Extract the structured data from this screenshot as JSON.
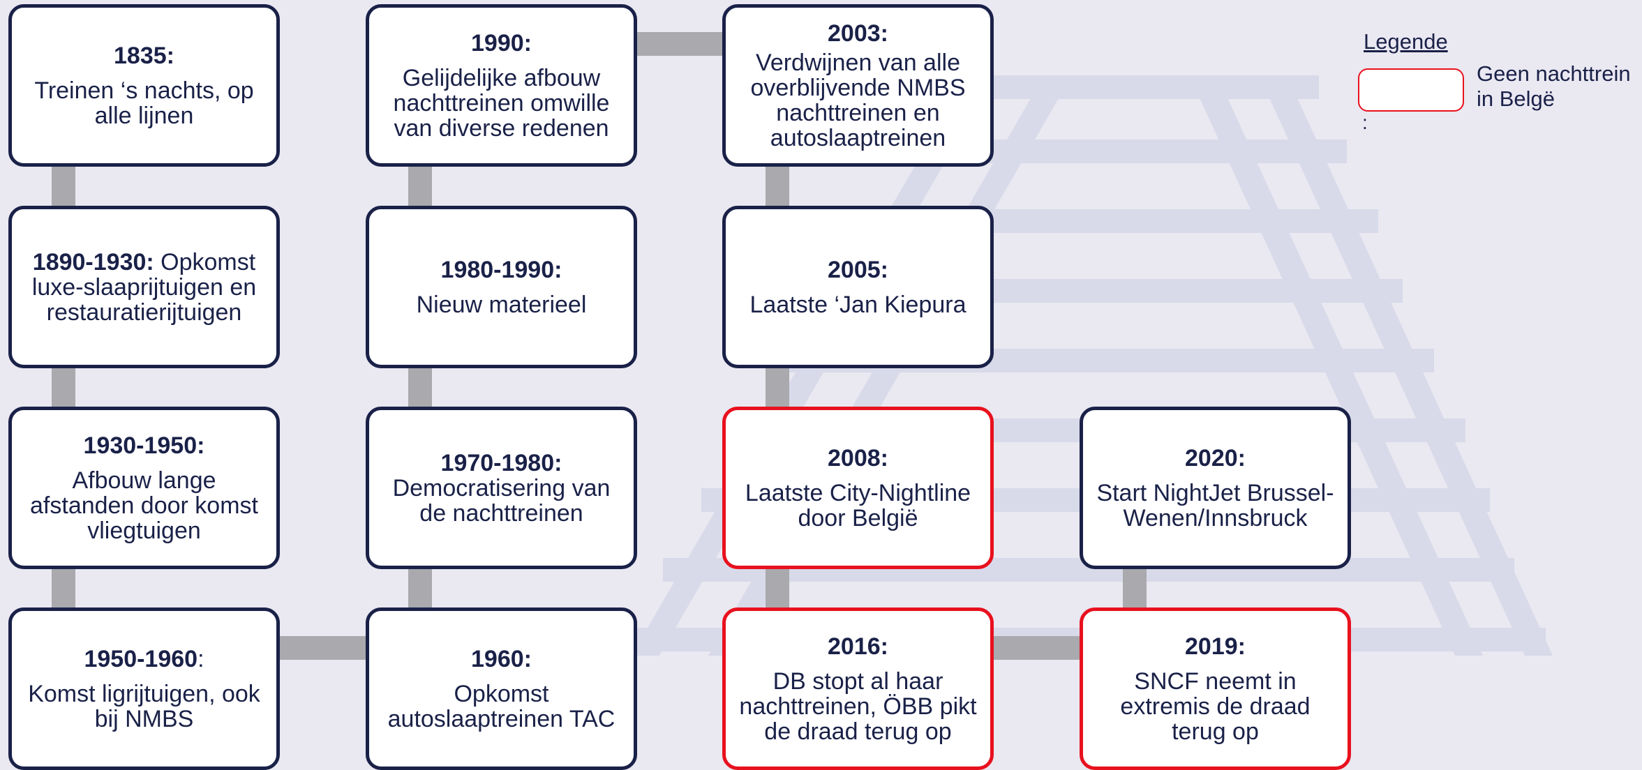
{
  "colors": {
    "background": "#eae8f1",
    "node_border": "#1a2148",
    "highlight_border": "#e8111e",
    "connector": "#a9a9ae",
    "watermark": "#d5d8e8"
  },
  "legend": {
    "title": "Legende",
    "swatch_meaning": "Geen nachttrein in Belgë",
    "colon": ":"
  },
  "nodes": {
    "n1835": {
      "year": "1835:",
      "text": "Treinen ‘s nachts, op alle lijnen"
    },
    "n1890": {
      "year": "1890-1930:",
      "text": " Opkomst luxe-slaaprijtuigen en restauratierijtuigen"
    },
    "n1930": {
      "year": "1930-1950:",
      "text": "Afbouw lange afstanden door komst vliegtuigen"
    },
    "n1950": {
      "year": "1950-1960",
      "suffix": ":",
      "text": "Komst ligrijtuigen, ook bij NMBS"
    },
    "n1960": {
      "year": "1960:",
      "text": "Opkomst autoslaaptreinen TAC"
    },
    "n1970": {
      "year": "1970-1980:",
      "text": "Democratisering van de nachttreinen"
    },
    "n1980": {
      "year": "1980-1990:",
      "text": "Nieuw materieel"
    },
    "n1990": {
      "year": "1990:",
      "text": "Gelijdelijke afbouw nachttreinen omwille van diverse redenen"
    },
    "n2003": {
      "year": "2003:",
      "text": "Verdwijnen van alle overblijvende NMBS nachttreinen en autoslaaptreinen"
    },
    "n2005": {
      "year": "2005:",
      "text": "Laatste ‘Jan Kiepura"
    },
    "n2008": {
      "year": "2008:",
      "text": "Laatste City-Nightline door België"
    },
    "n2016": {
      "year": "2016:",
      "text": "DB stopt al haar nachttreinen, ÖBB pikt de draad terug op"
    },
    "n2019": {
      "year": "2019:",
      "text": "SNCF neemt in extremis de draad terug op"
    },
    "n2020": {
      "year": "2020:",
      "text": "Start NightJet Brussel-Wenen/Innsbruck"
    }
  }
}
